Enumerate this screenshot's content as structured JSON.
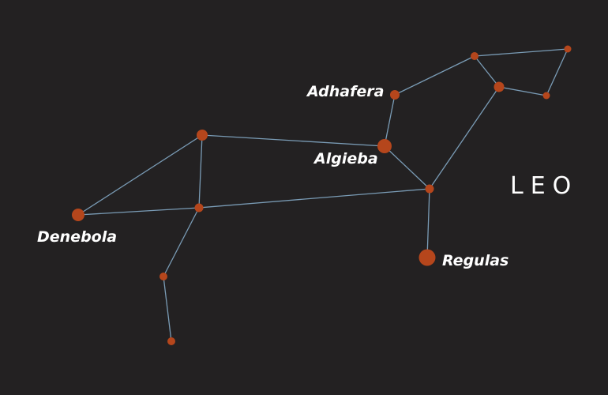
{
  "title": "LEO",
  "colors": {
    "background": "#232122",
    "line": "#7a9cb6",
    "star": "#b5461c",
    "text": "#ffffff"
  },
  "labels": {
    "adhafera": "Adhafera",
    "algieba": "Algieba",
    "denebola": "Denebola",
    "regulas": "Regulas"
  }
}
